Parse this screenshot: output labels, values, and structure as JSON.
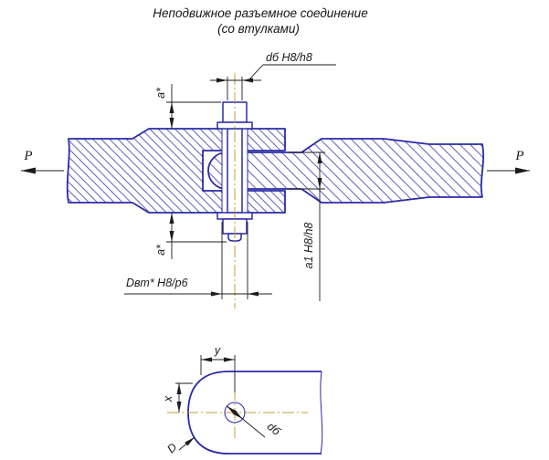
{
  "title": {
    "line1": "Неподвижное разъемное соединение",
    "line2": "(со втулками)"
  },
  "dimensions": {
    "bolt_diameter": "dб H8/h8",
    "protrusion_top": "a*",
    "protrusion_bottom": "a*",
    "bushing_diameter": "Dвт* H8/p6",
    "eye_width": "a1 H8/h8"
  },
  "forces": {
    "left": "P",
    "right": "P"
  },
  "detail": {
    "edge_distance_y": "y",
    "edge_distance_x": "x",
    "end_diameter": "D",
    "bolt_hole": "dб"
  },
  "colors": {
    "line": "#2b2ba6",
    "centerline": "#c79b3b",
    "dim": "#1c1c1c",
    "background": "#ffffff"
  }
}
